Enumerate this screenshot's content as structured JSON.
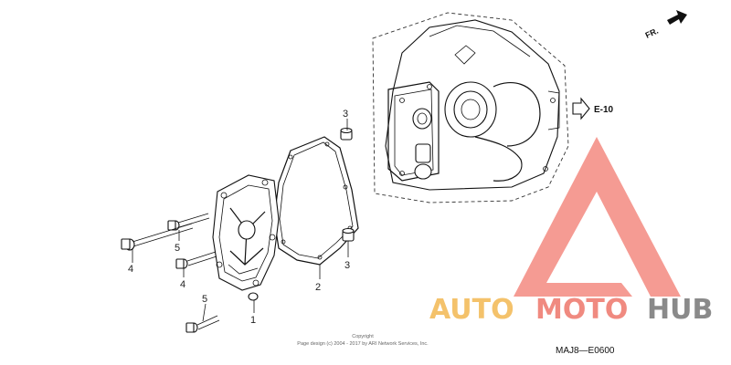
{
  "diagram": {
    "callouts": {
      "gasket": "2",
      "dowel_top": "3",
      "dowel_bottom": "3",
      "bolt_upper": "4",
      "bolt_lower": "4",
      "washer_bolt_upper": "5",
      "washer_bolt_lower": "5",
      "cover": "1"
    },
    "reference": "E-10",
    "direction": "FR.",
    "copyright_line1": "Copyright",
    "copyright_line2": "Page design (c) 2004 - 2017 by ARI Network Services, Inc.",
    "diagram_code": "MAJ8—E0600"
  },
  "watermark": {
    "part1": "AUTO",
    "part2": "MOTO",
    "part3": "HUB",
    "colors": {
      "auto": "#f4c26b",
      "moto": "#f08a80",
      "hub": "#8a8a8a",
      "logo": "#f27a70"
    }
  }
}
